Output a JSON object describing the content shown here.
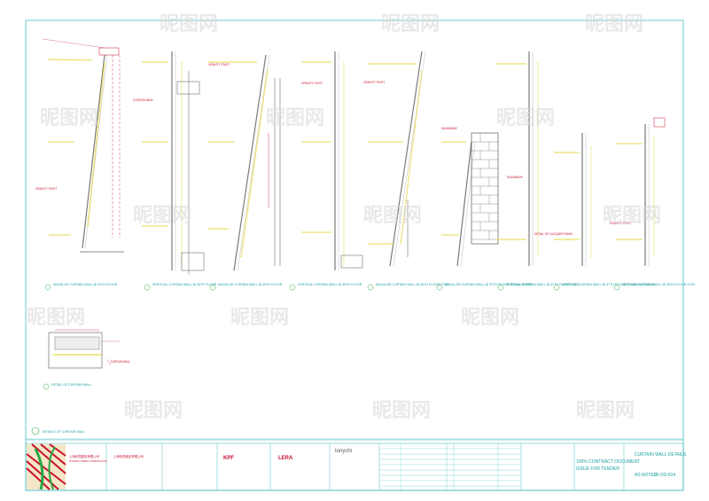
{
  "sheet": {
    "captions": [
      "ANGULAR CURTAIN WALL @ 26TH FLOOR",
      "VERTICAL CURTAIN WALL @ 35TH FLOOR",
      "ANGULAR CURTAIN WALL @ 36TH FLOOR",
      "VERTICAL CURTAIN WALL @ 36TH FLOOR",
      "ANGULAR CURTAIN WALL @ 36TH FLOOR POOL",
      "ANGULAR CURTAIN WALL @ 37TH FLOOR STEAM ROOM",
      "VERTICAL CURTAIN WALL @ 37TH FLOOR POOL",
      "VERTICAL CURTAIN WALL @ 37TH FLOOR CHANGING ROOM",
      "VERTICAL CURTAIN WALL @ 38TH FLOOR GYM"
    ],
    "callouts": [
      "GRAVITY PIVOT",
      "CURTAIN WALL",
      "GRAVITY PIVOT",
      "GRAVITY PIVOT",
      "GRAVITY PIVOT",
      "SUNSHADE",
      "SUNSHADE",
      "DETAIL OF LACQUER PANEL",
      "GRAVITY PIVOT"
    ],
    "detail_caption": "DETAIL OF CURTAIN WALL",
    "detail_callout": "CURTAIN WALL",
    "legend_label": "DETAILS OF CURTAIN WALL"
  },
  "title_block": {
    "client_name": "上海世茂建设有限公司",
    "client_name_en": "SHANGHAI SHIMAO CONSTRUCTION",
    "company_name": "上海世茂酒店有限公司",
    "kpf_logo": "KPF",
    "lera_logo": "LERA",
    "tonychi_logo": "tonychi",
    "status_line1": "100% CONTRACT DOCUMENT",
    "status_line2": "ISSUE FOR TENDER",
    "sheet_title": "CURTAIN WALL DETAILS",
    "scale": "AS NOTED",
    "drawing_no": "ID-OD-614"
  },
  "watermark": {
    "text": "昵图网"
  },
  "colors": {
    "frame": "#2ab3b3",
    "annotation": "#c8102e",
    "mullion": "#7a7a7a",
    "glass_hatch": "#e6d94a",
    "brick": "#444444",
    "accent_green": "#27a844"
  }
}
